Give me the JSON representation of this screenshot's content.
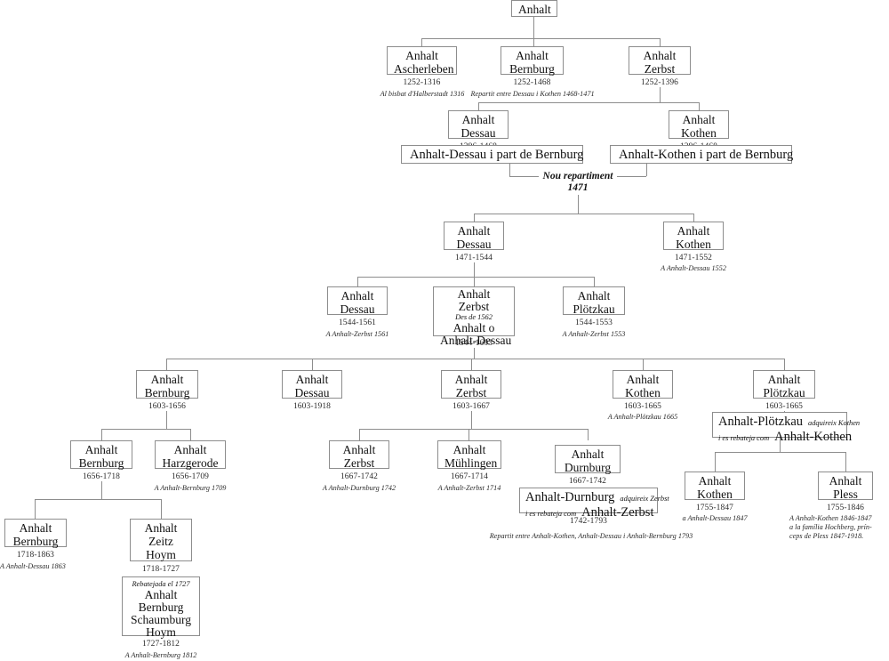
{
  "diagram": {
    "title": "Anhalt",
    "language": "ca",
    "line_color": "#8d8d8d",
    "text_color": "#111111"
  },
  "nodes": {
    "anhalt": {
      "lines": [
        "Anhalt"
      ]
    },
    "ascherleben": {
      "lines": [
        "Anhalt",
        "Ascherleben"
      ],
      "years": "1252-1316",
      "note": "Al bisbat d'Halberstadt 1316"
    },
    "bernburg_1252": {
      "lines": [
        "Anhalt",
        "Bernburg"
      ],
      "years": "1252-1468",
      "note": "Repartit entre Dessau i Kothen 1468-1471"
    },
    "zerbst_1252": {
      "lines": [
        "Anhalt",
        "Zerbst"
      ],
      "years": "1252-1396"
    },
    "dessau_1396": {
      "lines": [
        "Anhalt",
        "Dessau"
      ],
      "years": "1396-1468"
    },
    "kothen_1396": {
      "lines": [
        "Anhalt",
        "Kothen"
      ],
      "years": "1396-1468"
    },
    "dessau_part_bernburg": {
      "lines": [
        "Anhalt-Dessau i part de Bernburg"
      ]
    },
    "kothen_part_bernburg": {
      "lines": [
        "Anhalt-Kothen i part de Bernburg"
      ]
    },
    "dessau_1471": {
      "lines": [
        "Anhalt",
        "Dessau"
      ],
      "years": "1471-1544"
    },
    "kothen_1471": {
      "lines": [
        "Anhalt",
        "Kothen"
      ],
      "years": "1471-1552",
      "note": "A Anhalt-Dessau 1552"
    },
    "dessau_1544": {
      "lines": [
        "Anhalt",
        "Dessau"
      ],
      "years": "1544-1561",
      "note": "A Anhalt-Zerbst 1561"
    },
    "zerbst_1544": {
      "lines": [
        "Anhalt",
        "Zerbst"
      ],
      "italic_line": "Des de 1562",
      "lines_after": [
        "Anhalt o",
        "Anhalt-Dessau"
      ],
      "years": "1544-1603"
    },
    "plotzkau_1544": {
      "lines": [
        "Anhalt",
        "Plötzkau"
      ],
      "years": "1544-1553",
      "note": "A Anhalt-Zerbst 1553"
    },
    "bernburg_1603": {
      "lines": [
        "Anhalt",
        "Bernburg"
      ],
      "years": "1603-1656"
    },
    "dessau_1603": {
      "lines": [
        "Anhalt",
        "Dessau"
      ],
      "years": "1603-1918"
    },
    "zerbst_1603": {
      "lines": [
        "Anhalt",
        "Zerbst"
      ],
      "years": "1603-1667"
    },
    "kothen_1603": {
      "lines": [
        "Anhalt",
        "Kothen"
      ],
      "years": "1603-1665",
      "note": "A Anhalt-Plötzkau 1665"
    },
    "plotzkau_1603": {
      "lines": [
        "Anhalt",
        "Plötzkau"
      ],
      "years": "1603-1665"
    },
    "plotzkau_merge": {
      "big_left": "Anhalt-Plötzkau",
      "small_right": "adquireix Kothen",
      "small_left": "i es rebateja com",
      "big_right": "Anhalt-Kothen"
    },
    "bernburg_1656": {
      "lines": [
        "Anhalt",
        "Bernburg"
      ],
      "years": "1656-1718"
    },
    "harzgerode_1656": {
      "lines": [
        "Anhalt",
        "Harzgerode"
      ],
      "years": "1656-1709",
      "note": "A Anhalt-Bernburg 1709"
    },
    "zerbst_1667": {
      "lines": [
        "Anhalt",
        "Zerbst"
      ],
      "years": "1667-1742",
      "note": "A Anhalt-Durnburg 1742"
    },
    "muhlingen_1667": {
      "lines": [
        "Anhalt",
        "Mühlingen"
      ],
      "years": "1667-1714",
      "note": "A Anhalt-Zerbst 1714"
    },
    "durnburg_1667": {
      "lines": [
        "Anhalt",
        "Durnburg"
      ],
      "years": "1667-1742"
    },
    "durnburg_merge": {
      "big_left": "Anhalt-Durnburg",
      "small_right": "adquireix Zerbst",
      "small_left": "i es rebateja com",
      "big_right": "Anhalt-Zerbst",
      "years": "1742-1793",
      "note": "Repartit entre Anhalt-Kothen, Anhalt-Dessau i Anhalt-Bernburg 1793"
    },
    "kothen_1755": {
      "lines": [
        "Anhalt",
        "Kothen"
      ],
      "years": "1755-1847",
      "note": "a Anhalt-Dessau 1847"
    },
    "pless_1755": {
      "lines": [
        "Anhalt",
        "Pless"
      ],
      "years": "1755-1846",
      "note_lines": [
        "A Anhalt-Kothen 1846-1847",
        "a la família Hochberg, prín-",
        "ceps de Pless  1847-1918."
      ]
    },
    "bernburg_1718": {
      "lines": [
        "Anhalt",
        "Bernburg"
      ],
      "years": "1718-1863",
      "note": "A Anhalt-Dessau 1863"
    },
    "zeitz_hoym_1718": {
      "lines": [
        "Anhalt",
        "Zeitz",
        "Hoym"
      ],
      "years": "1718-1727"
    },
    "bernburg_schaumburg_hoym": {
      "italic_line": "Rebatejada el 1727",
      "lines": [
        "Anhalt",
        "Bernburg",
        "Schaumburg",
        "Hoym"
      ],
      "years": "1727-1812",
      "note": "A Anhalt-Bernburg 1812"
    }
  },
  "split_marker": {
    "line1": "Nou repartiment",
    "line2": "1471"
  }
}
